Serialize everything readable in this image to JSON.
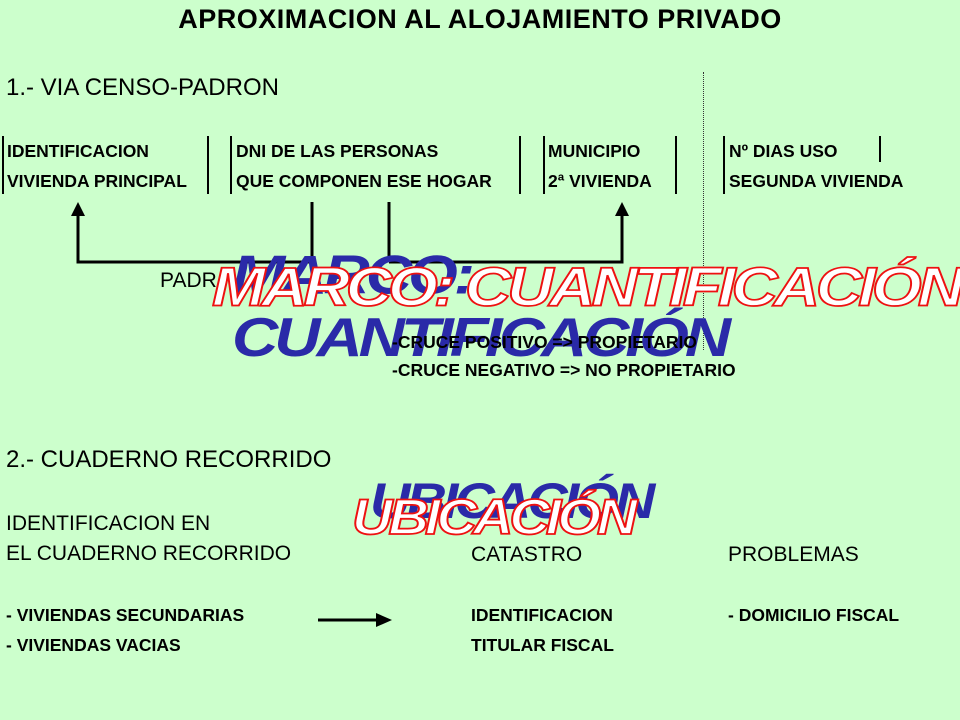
{
  "title": "APROXIMACION AL ALOJAMIENTO PRIVADO",
  "section1": {
    "heading": "1.- VIA CENSO-PADRON",
    "boxes": [
      {
        "line1": "IDENTIFICACION",
        "line2": "VIVIENDA PRINCIPAL"
      },
      {
        "line1": "DNI DE LAS PERSONAS",
        "line2": "QUE COMPONEN ESE HOGAR"
      },
      {
        "line1": "MUNICIPIO",
        "line2": "2ª VIVIENDA"
      },
      {
        "line1": "Nº DIAS USO",
        "line2": "SEGUNDA VIVIENDA"
      }
    ],
    "connector_label": "PADR",
    "cruce_positivo": "-CRUCE POSITIVO => PROPIETARIO",
    "cruce_negativo": "-CRUCE NEGATIVO => NO PROPIETARIO",
    "wordart": "MARCO: CUANTIFICACIÓN"
  },
  "section2": {
    "heading": "2.- CUADERNO RECORRIDO",
    "wordart": "UBICACIÓN",
    "left_line1": "IDENTIFICACION EN",
    "left_line2": "EL CUADERNO RECORRIDO",
    "catastro_header": "CATASTRO",
    "problemas_header": "PROBLEMAS",
    "items": [
      "- VIVIENDAS SECUNDARIAS",
      "- VIVIENDAS VACIAS"
    ],
    "catastro_line1": "IDENTIFICACION",
    "catastro_line2": "TITULAR FISCAL",
    "problema_item": "- DOMICILIO FISCAL"
  }
}
